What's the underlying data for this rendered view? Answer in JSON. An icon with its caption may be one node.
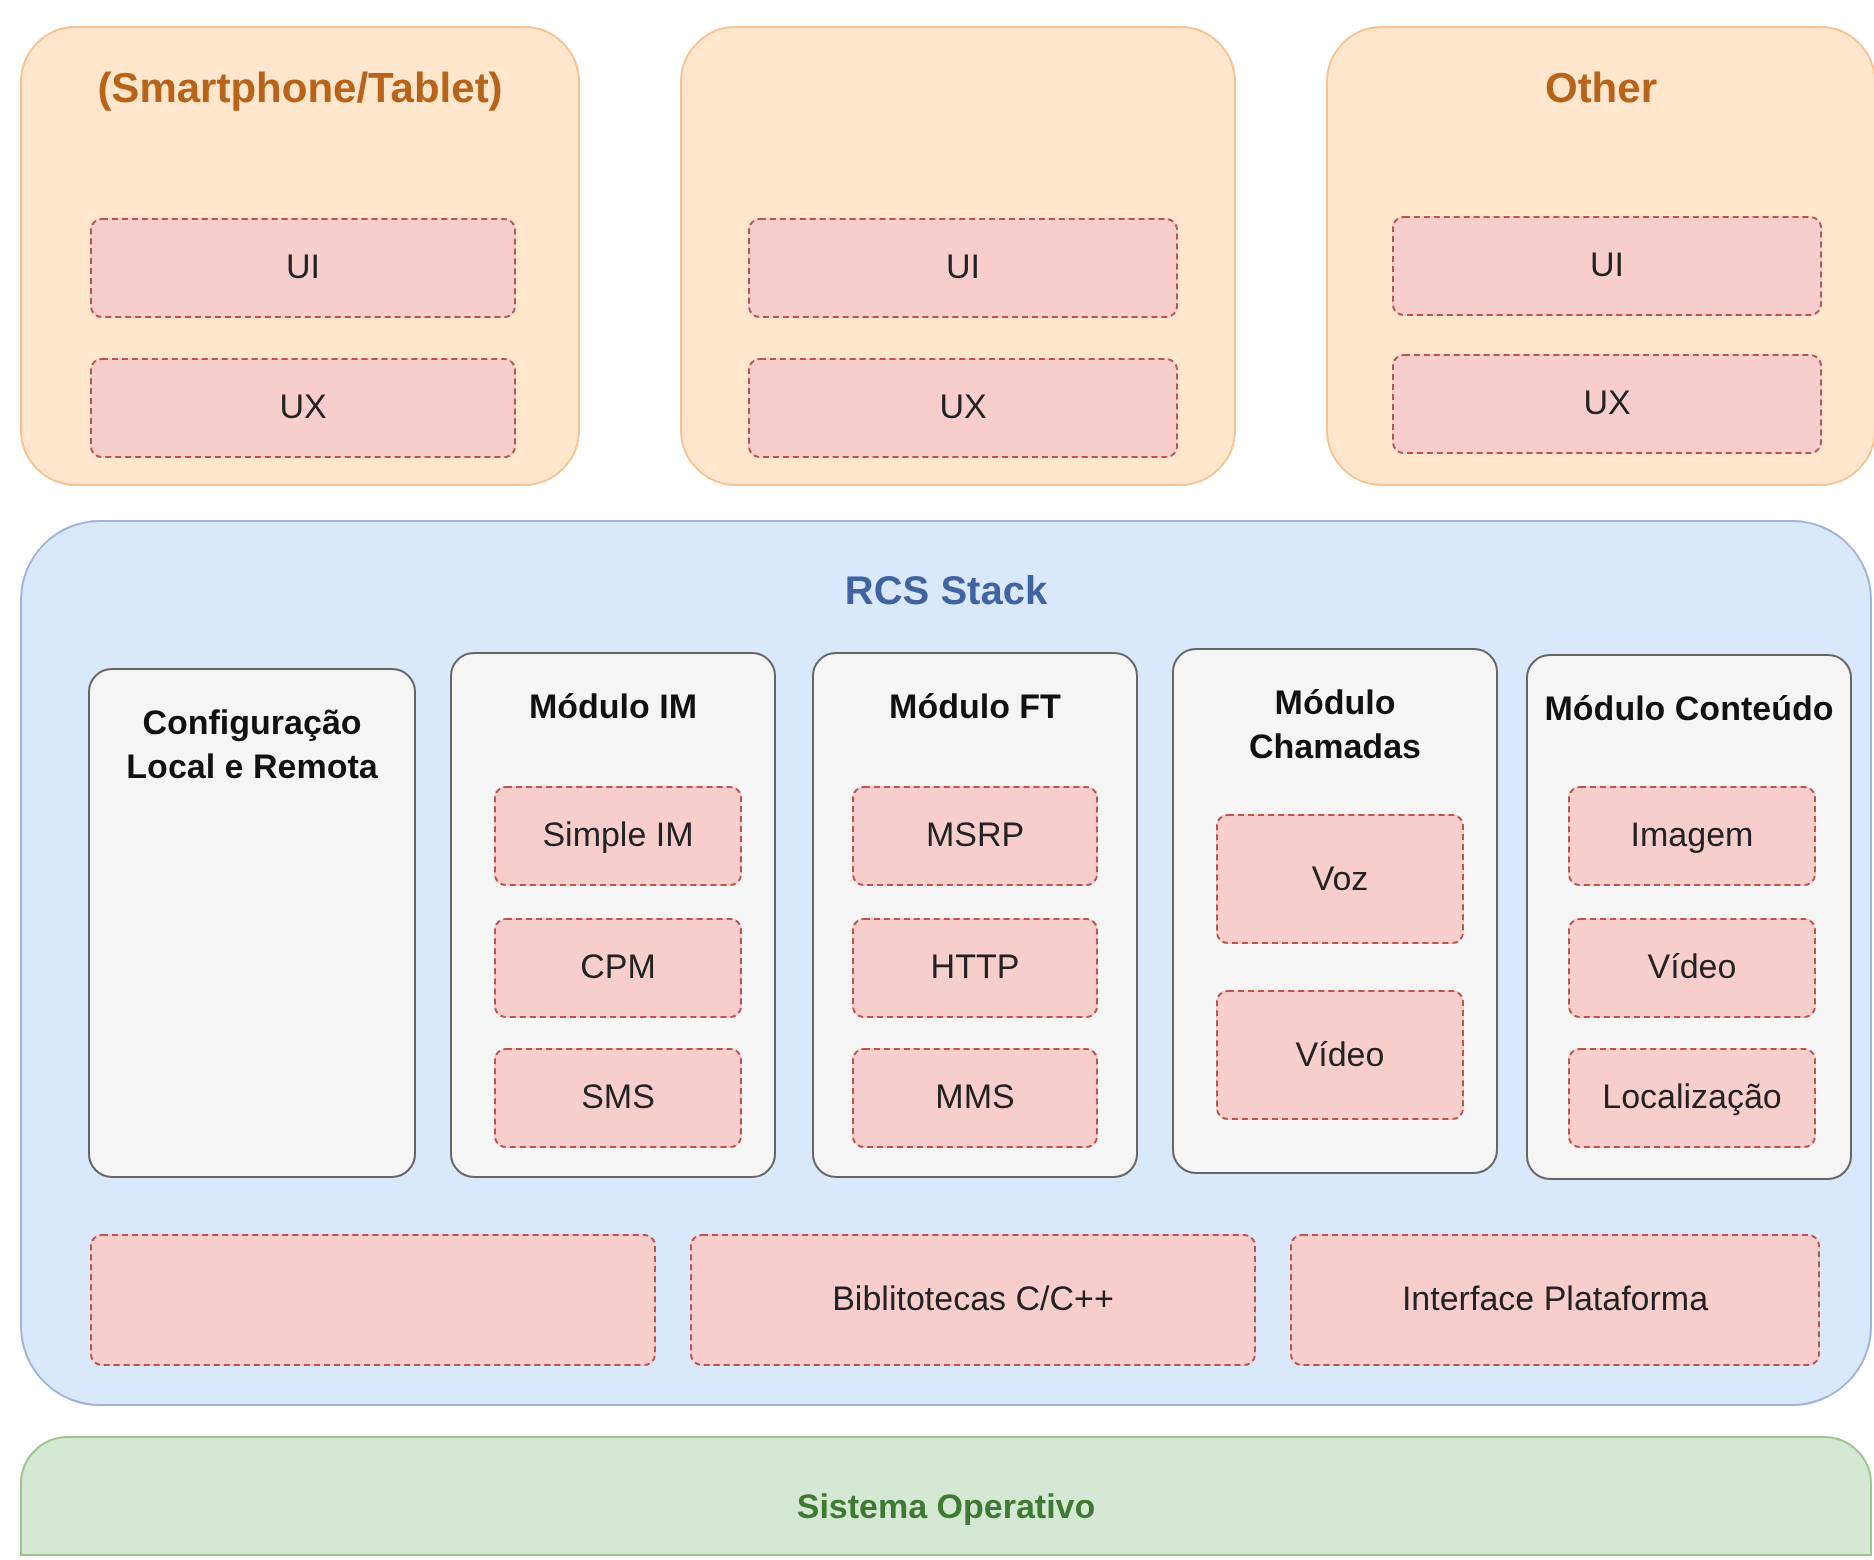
{
  "diagram": {
    "nodes": [
      {
        "text": [
          "(Smartphone/Tablet)"
        ]
      },
      {
        "text": [
          "UI"
        ],
        "in": 0
      },
      {
        "text": [
          "UX"
        ],
        "in": 0
      },
      {
        "text": [],
        "shape": "box"
      },
      {
        "text": [
          "UI"
        ],
        "in": 3
      },
      {
        "text": [
          "UX"
        ],
        "in": 3
      },
      {
        "text": [
          "Other"
        ]
      },
      {
        "text": [
          "UI"
        ],
        "in": 6
      },
      {
        "text": [
          "UX"
        ],
        "in": 6
      },
      {
        "text": [
          "RCS Stack"
        ]
      },
      {
        "text": [
          "Configuração Local e Remota"
        ],
        "in": 9
      },
      {
        "text": [
          "Módulo IM"
        ],
        "in": 9
      },
      {
        "text": [
          "Simple IM"
        ],
        "in": 11
      },
      {
        "text": [
          "CPM"
        ],
        "in": 11
      },
      {
        "text": [
          "SMS"
        ],
        "in": 11
      },
      {
        "text": [
          "Módulo FT"
        ],
        "in": 9
      },
      {
        "text": [
          "MSRP"
        ],
        "in": 15
      },
      {
        "text": [
          "HTTP"
        ],
        "in": 15
      },
      {
        "text": [
          "MMS"
        ],
        "in": 15
      },
      {
        "text": [
          "Módulo Chamadas"
        ],
        "in": 9
      },
      {
        "text": [
          "Voz"
        ],
        "in": 19
      },
      {
        "text": [
          "Vídeo"
        ],
        "in": 19
      },
      {
        "text": [
          "Módulo Conteúdo"
        ],
        "in": 9
      },
      {
        "text": [
          "Imagem"
        ],
        "in": 22
      },
      {
        "text": [
          "Vídeo"
        ],
        "in": 22
      },
      {
        "text": [
          "Localização"
        ],
        "in": 22
      },
      {
        "text": [],
        "shape": "box",
        "in": 9
      },
      {
        "text": [
          "Biblitotecas C/C++"
        ],
        "in": 9
      },
      {
        "text": [
          "Interface Plataforma"
        ],
        "in": 9
      },
      {
        "text": [
          "Sistema Operativo"
        ]
      }
    ]
  }
}
